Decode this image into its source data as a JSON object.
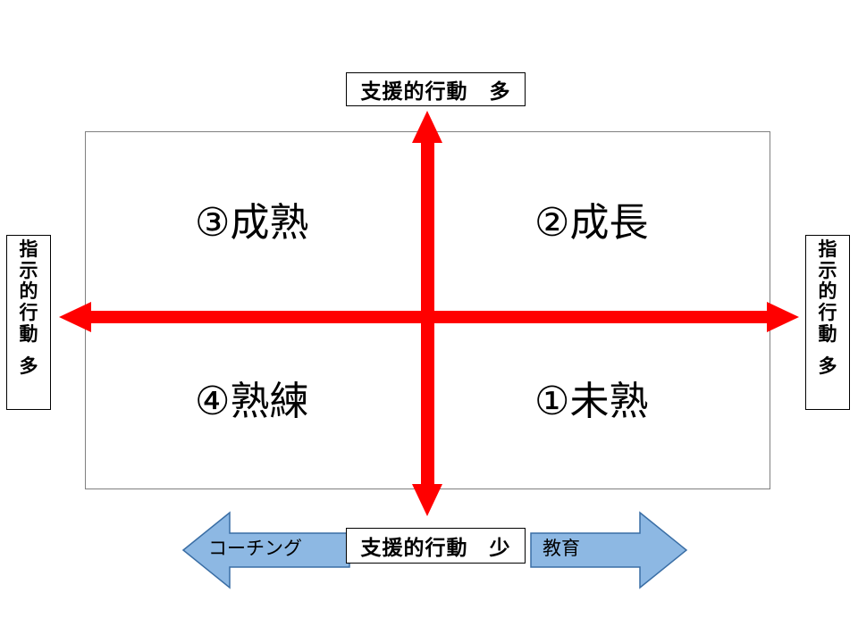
{
  "diagram": {
    "title_top": "支援的行動　多",
    "title_bottom": "支援的行動　少",
    "axis_left": {
      "chars": [
        "指",
        "示",
        "的",
        "行",
        "動",
        "多"
      ],
      "text": "指示的行動　多"
    },
    "axis_right": {
      "chars": [
        "指",
        "示",
        "的",
        "行",
        "動",
        "多"
      ],
      "text": "指示的行動　多"
    },
    "quadrants": [
      {
        "id": "q3",
        "label": "③成熟",
        "position": "top-left"
      },
      {
        "id": "q2",
        "label": "②成長",
        "position": "top-right"
      },
      {
        "id": "q4",
        "label": "④熟練",
        "position": "bottom-left"
      },
      {
        "id": "q1",
        "label": "①未熟",
        "position": "bottom-right"
      }
    ],
    "bottom_arrows": [
      {
        "id": "coaching",
        "label": "コーチング",
        "direction": "left"
      },
      {
        "id": "education",
        "label": "教育",
        "direction": "right"
      }
    ],
    "colors": {
      "arrow_red": "#FF0000",
      "arrow_blue_fill": "#8DB8E3",
      "arrow_blue_stroke": "#3A6EA5",
      "box_border": "#000000",
      "matrix_border": "#808080",
      "background": "#FFFFFF"
    }
  }
}
